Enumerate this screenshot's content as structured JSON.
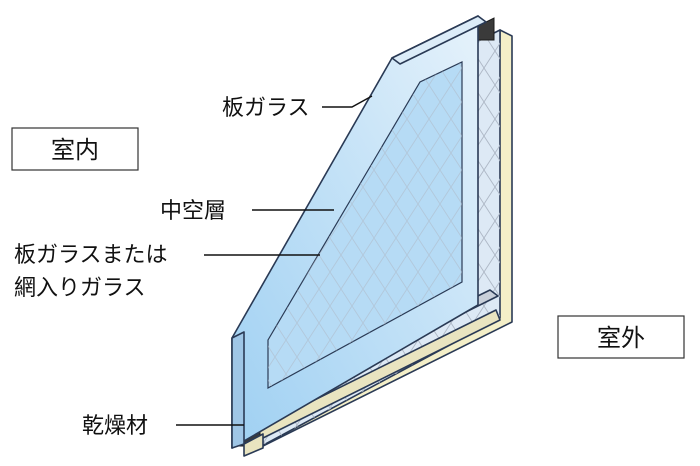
{
  "labels": {
    "indoor": "室内",
    "outdoor": "室外",
    "sheet_glass": "板ガラス",
    "air_gap": "中空層",
    "glass_or_wired_line1": "板ガラスまたは",
    "glass_or_wired_line2": "網入りガラス",
    "desiccant": "乾燥材"
  },
  "colors": {
    "glass_light": "#c9dff5",
    "glass_mid": "#8fc4ee",
    "frame_cream": "#f4efc8",
    "spacer_gray": "#c8cfd9",
    "desiccant_dark": "#3a3a3a",
    "wire_mesh": "#aeb8c6"
  }
}
